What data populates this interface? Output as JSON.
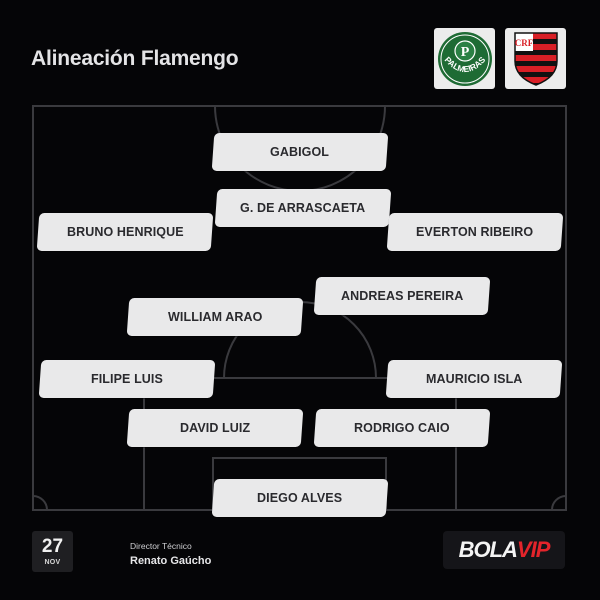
{
  "header": {
    "title": "Alineación Flamengo"
  },
  "crests": [
    {
      "name": "Palmeiras",
      "text": "PALMEIRAS",
      "monogram": "P",
      "colors": {
        "primary": "#1e6b34",
        "ring": "#ffffff"
      }
    },
    {
      "name": "Flamengo",
      "monogram": "CRF",
      "colors": {
        "red": "#d91f26",
        "black": "#111111"
      }
    }
  ],
  "lineup": {
    "team": "Flamengo",
    "players": [
      {
        "name": "GABIGOL",
        "position": "forward"
      },
      {
        "name": "G. DE ARRASCAETA",
        "position": "attacking-midfielder"
      },
      {
        "name": "BRUNO HENRIQUE",
        "position": "left-winger"
      },
      {
        "name": "EVERTON RIBEIRO",
        "position": "right-winger"
      },
      {
        "name": "ANDREAS PEREIRA",
        "position": "central-midfielder"
      },
      {
        "name": "WILLIAM ARAO",
        "position": "defensive-midfielder"
      },
      {
        "name": "FILIPE LUIS",
        "position": "left-back"
      },
      {
        "name": "MAURICIO ISLA",
        "position": "right-back"
      },
      {
        "name": "DAVID LUIZ",
        "position": "center-back"
      },
      {
        "name": "RODRIGO CAIO",
        "position": "center-back"
      },
      {
        "name": "DIEGO ALVES",
        "position": "goalkeeper"
      }
    ]
  },
  "footer": {
    "date": {
      "day": "27",
      "month": "NOV"
    },
    "coach_label": "Director Técnico",
    "coach_name": "Renato Gaúcho",
    "brand": {
      "part1": "BOLA",
      "part2": "VIP",
      "accent": "#e3242b"
    }
  },
  "colors": {
    "background": "#050507",
    "pitch_lines": "#3a3a3e",
    "player_card": "#e9e9ea",
    "player_text": "#2a2a2e"
  }
}
